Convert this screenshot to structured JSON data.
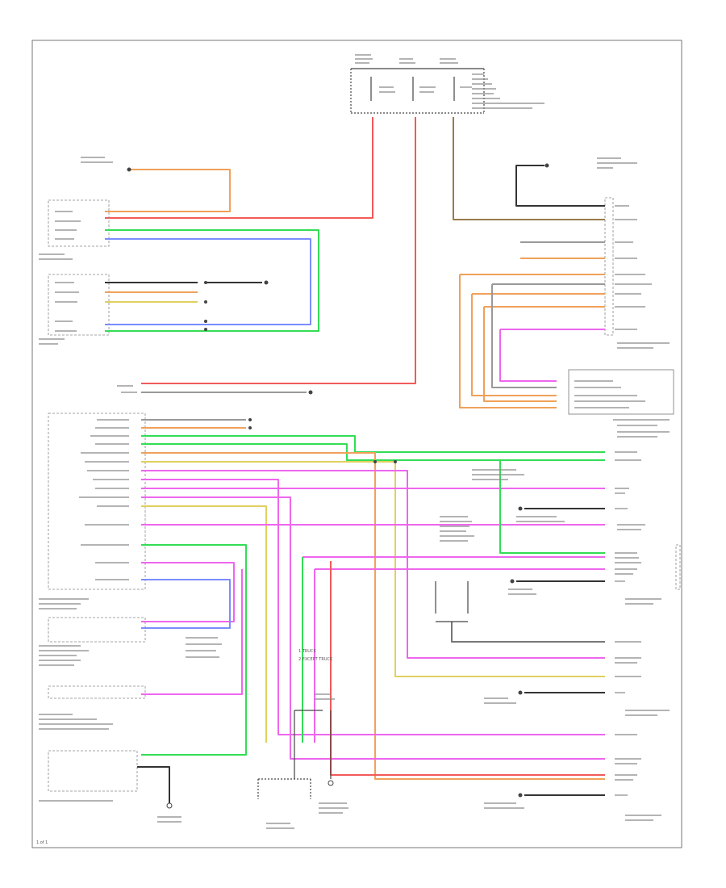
{
  "diagram": {
    "page_number": "1 of 1",
    "legend": {
      "lines": [
        "1 TRUCK",
        "2 EXCEPT TRUCK"
      ]
    },
    "wire_colors": {
      "red": "#f25a5a",
      "orange": "#f0a15a",
      "green": "#33dd55",
      "blue": "#7a8cff",
      "pink": "#ee66ee",
      "yellow": "#e0d060",
      "brown": "#9a7a4a",
      "black": "#333333",
      "gray": "#999999"
    }
  }
}
